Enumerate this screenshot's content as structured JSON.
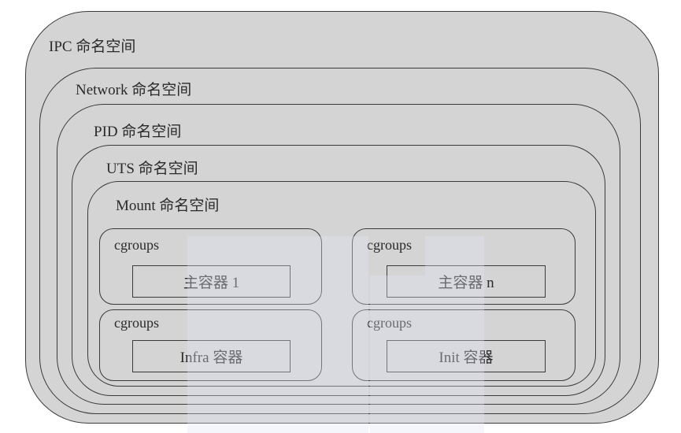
{
  "diagram": {
    "namespaces": [
      {
        "label": "IPC 命名空间"
      },
      {
        "label": "Network 命名空间"
      },
      {
        "label": "PID 命名空间"
      },
      {
        "label": "UTS 命名空间"
      },
      {
        "label": "Mount 命名空间"
      }
    ],
    "cgroups": [
      {
        "label": "cgroups",
        "container": "主容器 1"
      },
      {
        "label": "cgroups",
        "container": "主容器 n"
      },
      {
        "label": "cgroups",
        "container": "Infra 容器"
      },
      {
        "label": "cgroups",
        "container": "Init 容器"
      }
    ],
    "colors": {
      "fill": "#d4d4d4",
      "stroke": "#3a3a3a",
      "background": "#ffffff"
    }
  }
}
